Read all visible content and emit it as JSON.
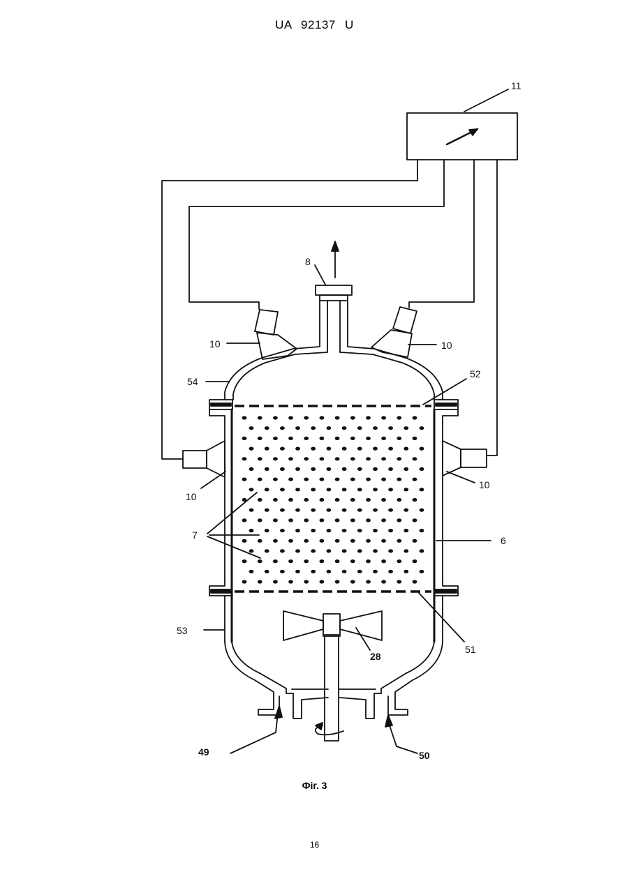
{
  "header": {
    "doc_number": "UA 92137 U"
  },
  "figure": {
    "caption": "Фіг. 3",
    "labels": {
      "control_unit": "11",
      "outlet": "8",
      "sensor_top_left": "10",
      "sensor_top_right": "10",
      "sensor_mid_left": "10",
      "sensor_mid_right": "10",
      "top_seal": "54",
      "upper_grid": "52",
      "packing": "7",
      "vessel_wall": "6",
      "jacket": "53",
      "lower_grid": "51",
      "impeller": "28",
      "inlet_left": "49",
      "inlet_right": "50"
    }
  },
  "footer": {
    "page": "16"
  }
}
